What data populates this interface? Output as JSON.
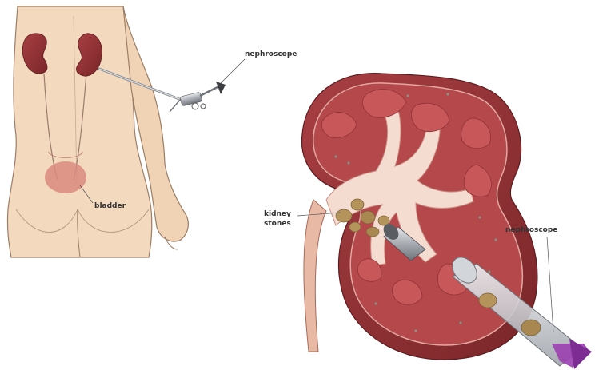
{
  "labels": {
    "nephroscope_top": "nephroscope",
    "bladder": "bladder",
    "kidney_stones_line1": "kidney",
    "kidney_stones_line2": "stones",
    "nephroscope_right": "nephroscope"
  },
  "colors": {
    "skin": "#f3d9bd",
    "skin_outline": "#9c7e66",
    "kidney_dark": "#8e3235",
    "kidney_mid": "#b54a4d",
    "kidney_light": "#d98a8a",
    "pelvis": "#f5dcd0",
    "stone": "#b4945a",
    "scope_metal": "#a9adb3",
    "scope_accent": "#9b3fb0",
    "bladder": "#d98a80"
  }
}
